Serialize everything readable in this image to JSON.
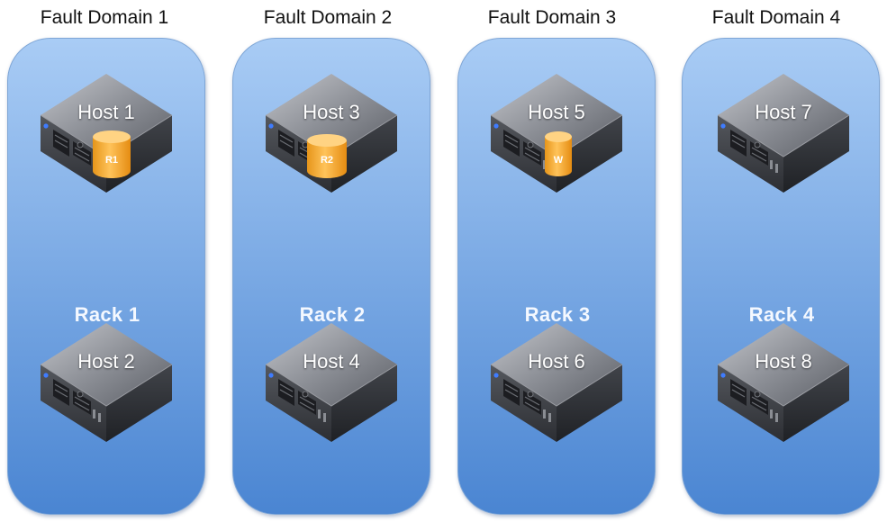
{
  "domains": [
    {
      "title": "Fault Domain 1",
      "rack": "Rack 1"
    },
    {
      "title": "Fault Domain 2",
      "rack": "Rack 2"
    },
    {
      "title": "Fault Domain 3",
      "rack": "Rack 3"
    },
    {
      "title": "Fault Domain 4",
      "rack": "Rack 4"
    }
  ],
  "hosts": [
    "Host 1",
    "Host 2",
    "Host 3",
    "Host 4",
    "Host 5",
    "Host 6",
    "Host 7",
    "Host 8"
  ],
  "disks": {
    "host1": "R1",
    "host3": "R2",
    "host5": "W"
  },
  "colors": {
    "rack_top": "#a8cbf4",
    "rack_bottom": "#4d87d3",
    "disk": "#f5a623",
    "server": "#5c5f66"
  }
}
